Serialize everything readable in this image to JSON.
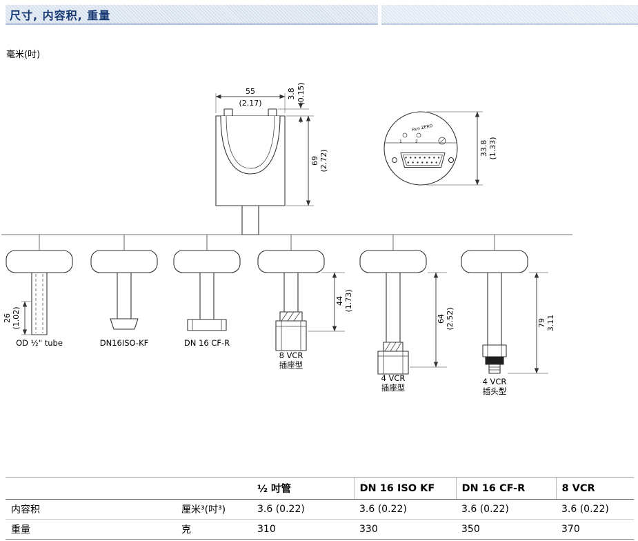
{
  "header": {
    "title": "尺寸, 内容积, 重量"
  },
  "units_note": "毫米(吋)",
  "drawing": {
    "main_view": {
      "width_mm": "55",
      "width_in": "(2.17)",
      "cap_mm": "3.8",
      "cap_in": "(0.15)",
      "height_mm": "69",
      "height_in": "(2.72)"
    },
    "top_view": {
      "diameter_mm": "33.8",
      "diameter_in": "(1.33)",
      "led_caption": "Run ZERO",
      "led1": "1",
      "led2": "2"
    },
    "fittings": [
      {
        "label": "OD ½\" tube",
        "dim_mm": "26",
        "dim_in": "(1.02)"
      },
      {
        "label": "DN16ISO-KF"
      },
      {
        "label": "DN 16 CF-R"
      },
      {
        "label": "8 VCR",
        "label2": "插座型",
        "dim_mm": "44",
        "dim_in": "(1.73)"
      },
      {
        "label": "4 VCR",
        "label2": "插座型",
        "dim_mm": "64",
        "dim_in": "(2.52)"
      },
      {
        "label": "4 VCR",
        "label2": "插头型",
        "dim_mm": "79",
        "dim_in": "3.11"
      }
    ]
  },
  "table": {
    "col_headers": [
      "½ 吋管",
      "DN 16 ISO KF",
      "DN 16 CF-R",
      "8 VCR"
    ],
    "rows": [
      {
        "label": "内容积",
        "unit": "厘米³(吋³)",
        "values": [
          "3.6 (0.22)",
          "3.6 (0.22)",
          "3.6 (0.22)",
          "3.6 (0.22)"
        ]
      },
      {
        "label": "重量",
        "unit": "克",
        "values": [
          "310",
          "330",
          "350",
          "370"
        ]
      }
    ]
  }
}
